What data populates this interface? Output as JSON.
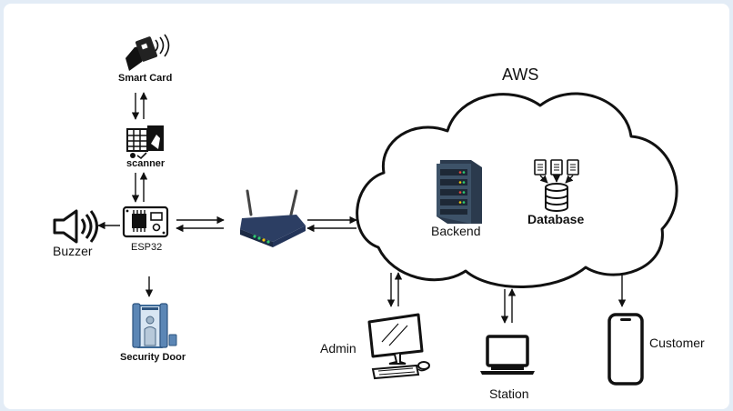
{
  "nodes": {
    "smart_card": "Smart Card",
    "scanner": "scanner",
    "buzzer": "Buzzer",
    "esp32": "ESP32",
    "security_door": "Security Door",
    "cloud": "AWS",
    "backend": "Backend",
    "database": "Database",
    "admin": "Admin",
    "station": "Station",
    "customer": "Customer"
  },
  "icons": {
    "smart_card": "hand-card-nfc-icon",
    "scanner": "card-scanner-icon",
    "buzzer": "speaker-icon",
    "esp32": "microcontroller-icon",
    "security_door": "security-gate-icon",
    "router": "wifi-router-icon",
    "backend": "server-rack-icon",
    "database": "database-icon",
    "admin": "desktop-computer-icon",
    "station": "laptop-icon",
    "customer": "smartphone-icon"
  },
  "colors": {
    "line": "#111111",
    "router_body": "#2c3e63",
    "server_body": "#34495e",
    "led_green": "#2ecc71",
    "led_red": "#e74c3c",
    "led_yellow": "#f1c40f"
  }
}
